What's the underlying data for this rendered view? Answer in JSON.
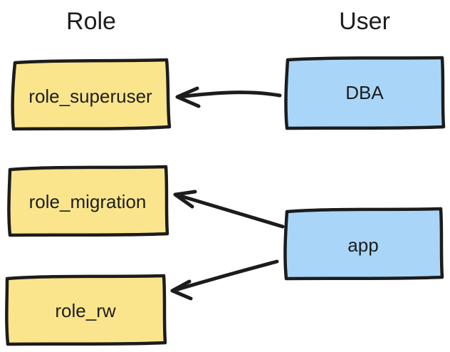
{
  "titles": {
    "role_column": "Role",
    "user_column": "User"
  },
  "nodes": {
    "role_superuser": {
      "label": "role_superuser",
      "type": "role"
    },
    "role_migration": {
      "label": "role_migration",
      "type": "role"
    },
    "role_rw": {
      "label": "role_rw",
      "type": "role"
    },
    "dba": {
      "label": "DBA",
      "type": "user"
    },
    "app": {
      "label": "app",
      "type": "user"
    }
  },
  "edges": [
    {
      "from": "DBA",
      "to": "role_superuser"
    },
    {
      "from": "app",
      "to": "role_migration"
    },
    {
      "from": "app",
      "to": "role_rw"
    }
  ],
  "colors": {
    "role_fill": "#FBE58C",
    "user_fill": "#A9D6F8",
    "stroke": "#1C1C1C",
    "background": "#FFFFFF"
  }
}
